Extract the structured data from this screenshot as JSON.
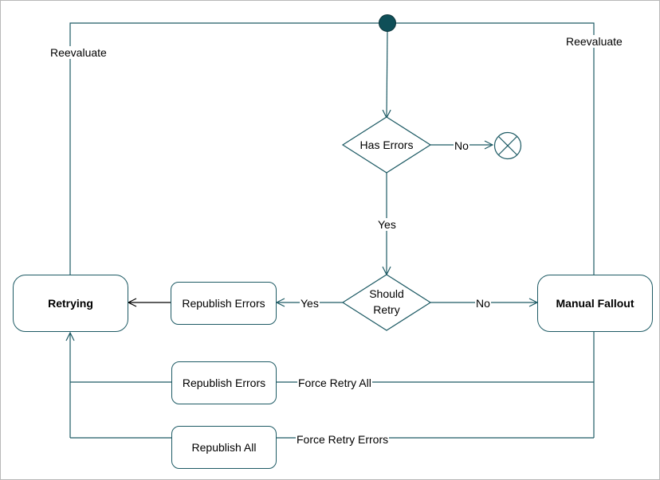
{
  "colors": {
    "stroke": "#1d5a64",
    "start_fill": "#0f4f58"
  },
  "nodes": {
    "start": {
      "icon": "start-node-filled-circle"
    },
    "end": {
      "icon": "final-node-circle-x-icon"
    },
    "has_errors": {
      "label": "Has Errors"
    },
    "should_retry": {
      "line1": "Should",
      "line2": "Retry"
    },
    "retrying": {
      "label": "Retrying"
    },
    "manual_fallout": {
      "label": "Manual Fallout"
    },
    "republish_errors_top": {
      "label": "Republish Errors"
    },
    "republish_errors_bottom": {
      "label": "Republish Errors"
    },
    "republish_all": {
      "label": "Republish All"
    }
  },
  "edges": {
    "has_errors_no": "No",
    "has_errors_yes": "Yes",
    "should_retry_yes": "Yes",
    "should_retry_no": "No",
    "reevaluate_left": "Reevaluate",
    "reevaluate_right": "Reevaluate",
    "force_retry_all": "Force Retry All",
    "force_retry_errors": "Force Retry Errors"
  }
}
